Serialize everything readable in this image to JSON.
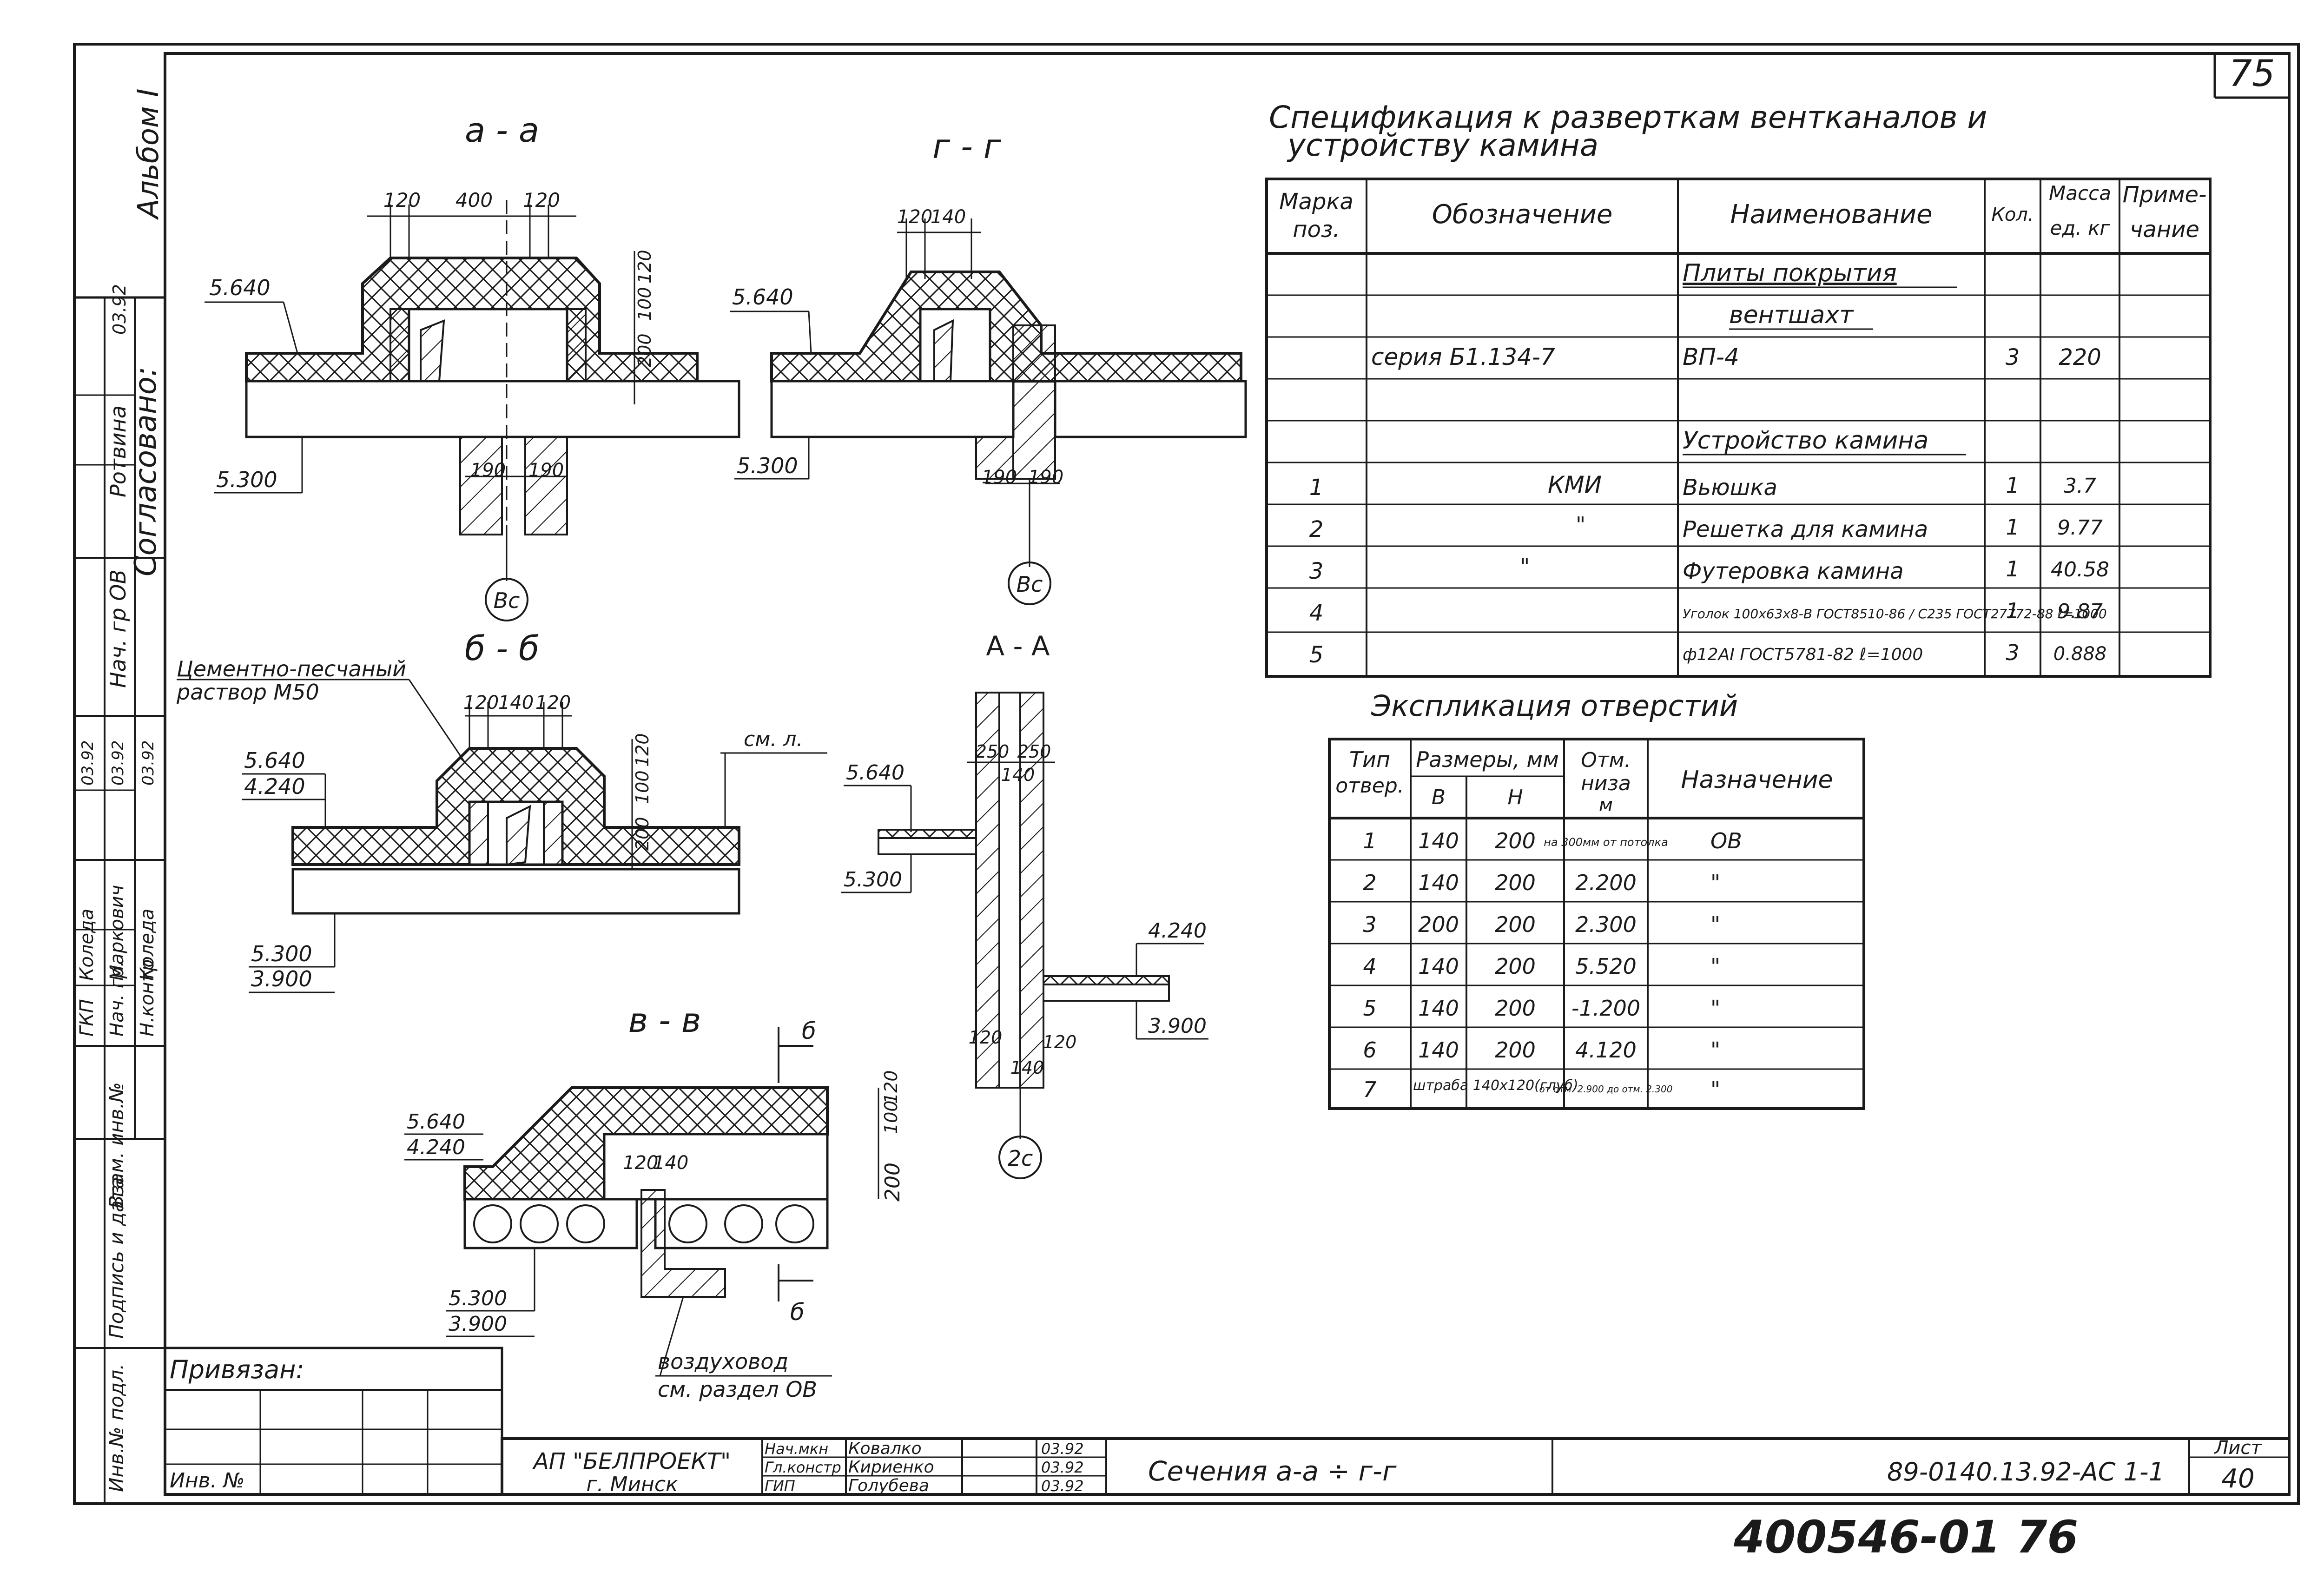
{
  "sheet": {
    "corner_number": "75",
    "album_label": "Альбом I",
    "bottom_stamp": "400546-01  76"
  },
  "sections": {
    "aa": {
      "title": "а - а",
      "dims_top": [
        "120",
        "400",
        "120"
      ],
      "dims_bottom": [
        "190",
        "190"
      ],
      "dims_side": [
        "200",
        "100",
        "120"
      ],
      "level_top": "5.640",
      "level_bottom": "5.300",
      "axis": "Вс"
    },
    "gg": {
      "title": "г - г",
      "dims_top": [
        "120",
        "140"
      ],
      "dims_bottom": [
        "190",
        "190"
      ],
      "level_top": "5.640",
      "level_bottom": "5.300",
      "axis": "Вс"
    },
    "bb": {
      "title": "б - б",
      "note_line1": "Цементно-песчаный",
      "note_line2": "раствор М50",
      "dims_top": [
        "120",
        "140",
        "120"
      ],
      "dims_side": [
        "200",
        "100",
        "120"
      ],
      "ref_note": "см. л.",
      "level_top_1": "5.640",
      "level_top_2": "4.240",
      "level_bottom_1": "5.300",
      "level_bottom_2": "3.900"
    },
    "AA": {
      "title": "А - А",
      "dims_top": [
        "250",
        "250"
      ],
      "dim_mid": "140",
      "dims_bottom": [
        "120",
        "120"
      ],
      "dim_bottom_mid": "140",
      "level_1": "5.640",
      "level_2": "5.300",
      "level_3": "4.240",
      "level_4": "3.900",
      "axis": "2с"
    },
    "vv": {
      "title": "в - в",
      "cut_mark": "б",
      "level_top_1": "5.640",
      "level_top_2": "4.240",
      "level_bottom_1": "5.300",
      "level_bottom_2": "3.900",
      "dims_side": [
        "100",
        "120"
      ],
      "dim_side_total": "200",
      "dims_mid": [
        "120",
        "140"
      ],
      "note_line1": "воздуховод",
      "note_line2": "см. раздел ОВ"
    }
  },
  "spec": {
    "title_line1": "Спецификация к разверткам вентканалов и",
    "title_line2": "устройству камина",
    "headers": [
      "Марка поз.",
      "Обозначение",
      "Наименование",
      "Кол.",
      "Масса ед. кг",
      "Приме- чание"
    ],
    "header_parts": {
      "mark_1": "Марка",
      "mark_2": "поз.",
      "mass_1": "Масса",
      "mass_2": "ед. кг",
      "note_1": "Приме-",
      "note_2": "чание"
    },
    "rows": [
      {
        "mark": "",
        "designation": "",
        "name": "Плиты покрытия",
        "qty": "",
        "mass": "",
        "note": ""
      },
      {
        "mark": "",
        "designation": "",
        "name": "вентшахт",
        "qty": "",
        "mass": "",
        "note": ""
      },
      {
        "mark": "",
        "designation": "серия Б1.134-7",
        "name": "ВП-4",
        "qty": "3",
        "mass": "220",
        "note": ""
      },
      {
        "mark": "",
        "designation": "",
        "name": "",
        "qty": "",
        "mass": "",
        "note": ""
      },
      {
        "mark": "",
        "designation": "",
        "name": "Устройство камина",
        "qty": "",
        "mass": "",
        "note": ""
      },
      {
        "mark": "1",
        "designation": "КМИ",
        "name": "Вьюшка",
        "qty": "1",
        "mass": "3.7",
        "note": ""
      },
      {
        "mark": "2",
        "designation": "\"",
        "name": "Решетка для камина",
        "qty": "1",
        "mass": "9.77",
        "note": ""
      },
      {
        "mark": "3",
        "designation": "\"",
        "name": "Футеровка камина",
        "qty": "1",
        "mass": "40.58",
        "note": ""
      },
      {
        "mark": "4",
        "designation": "",
        "name": "Уголок 100х63х8-В ГОСТ8510-86 / С235 ГОСТ27772-88  ℓ=1000",
        "qty": "1",
        "mass": "9.87",
        "note": ""
      },
      {
        "mark": "5",
        "designation": "",
        "name": "ф12АI ГОСТ5781-82 ℓ=1000",
        "qty": "3",
        "mass": "0.888",
        "note": ""
      }
    ]
  },
  "openings": {
    "title": "Экспликация отверстий",
    "headers": {
      "type_1": "Тип",
      "type_2": "отвер.",
      "size": "Размеры, мм",
      "b": "В",
      "h": "Н",
      "mark_1": "Отм.",
      "mark_2": "низа",
      "mark_3": "м",
      "purpose": "Назначение"
    },
    "rows": [
      {
        "type": "1",
        "b": "140",
        "h": "200",
        "elev": "на 300мм от потолка",
        "purpose": "ОВ"
      },
      {
        "type": "2",
        "b": "140",
        "h": "200",
        "elev": "2.200",
        "purpose": "\""
      },
      {
        "type": "3",
        "b": "200",
        "h": "200",
        "elev": "2.300",
        "purpose": "\""
      },
      {
        "type": "4",
        "b": "140",
        "h": "200",
        "elev": "5.520",
        "purpose": "\""
      },
      {
        "type": "5",
        "b": "140",
        "h": "200",
        "elev": "-1.200",
        "purpose": "\""
      },
      {
        "type": "6",
        "b": "140",
        "h": "200",
        "elev": "4.120",
        "purpose": "\""
      },
      {
        "type": "7",
        "b": "штраба 140х120(глуб)",
        "h": "",
        "elev": "от отм. 2.900 до отм. 2.300",
        "purpose": "\""
      }
    ]
  },
  "left_block": {
    "approved_title": "Согласовано:",
    "rows": [
      {
        "role": "",
        "name": "",
        "date": "03.92"
      },
      {
        "role": "",
        "name": "Ротвина",
        "date": ""
      },
      {
        "role": "Нач. гр ОВ",
        "name": "",
        "date": ""
      }
    ],
    "staff": [
      {
        "role": "ГКП",
        "name": "Коледа",
        "date": "03.92"
      },
      {
        "role": "Нач. гр.",
        "name": "Маркович",
        "date": "03.92"
      },
      {
        "role": "Н.контр",
        "name": "Коледа",
        "date": "03.92"
      }
    ],
    "stamp_labels": [
      "Взам. инв.№",
      "Подпись и дата",
      "Инв.№ подл."
    ]
  },
  "tie_block": {
    "label": "Привязан:",
    "inv_label": "Инв. №"
  },
  "title_block": {
    "org_line1": "АП \"БЕЛПРОЕКТ\"",
    "org_line2": "г. Минск",
    "people": [
      {
        "role": "Нач.мкн",
        "name": "Ковалко",
        "date": "03.92"
      },
      {
        "role": "Гл.констр",
        "name": "Кириенко",
        "date": "03.92"
      },
      {
        "role": "ГИП",
        "name": "Голубева",
        "date": "03.92"
      }
    ],
    "sheet_title": "Сечения а-а ÷ г-г",
    "code": "89-0140.13.92-АС 1-1",
    "sheet_label": "Лист",
    "sheet_no": "40"
  }
}
